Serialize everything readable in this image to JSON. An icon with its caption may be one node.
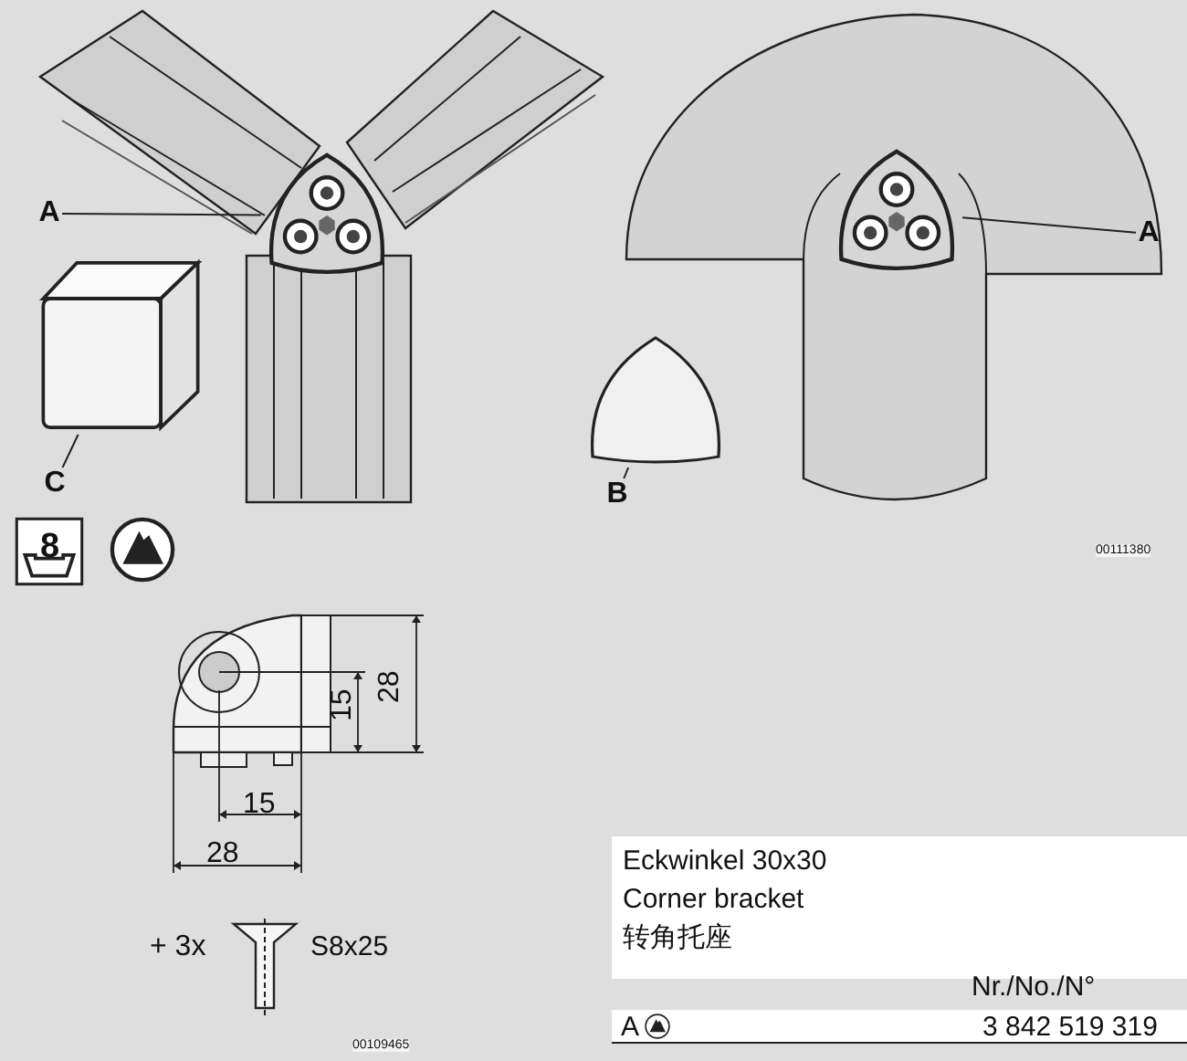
{
  "diagram": {
    "nodes": [
      {
        "text": [
          "A"
        ]
      },
      {
        "text": [],
        "shape": "picture"
      },
      {
        "text": [
          "A"
        ]
      },
      {
        "text": [],
        "shape": "picture"
      },
      {
        "text": [
          "B"
        ]
      },
      {
        "text": [],
        "shape": "picture"
      },
      {
        "text": [
          "C"
        ]
      },
      {
        "text": [],
        "shape": "box"
      }
    ],
    "edges": [
      {
        "from": 0,
        "to": 1,
        "arrow": "none"
      },
      {
        "from": 2,
        "to": 3,
        "arrow": "none"
      },
      {
        "from": 4,
        "to": 5,
        "arrow": "none"
      },
      {
        "from": 6,
        "to": 7,
        "arrow": "none"
      }
    ],
    "labels": [
      "8",
      "00111380",
      "28",
      "15",
      "15",
      "28",
      "Eckwinkel 30x30",
      "Corner bracket",
      "+ 3x",
      "S8x25",
      "转角托座",
      "Nr./No./N°",
      "A",
      "3 842 519 319",
      "00109465"
    ]
  }
}
